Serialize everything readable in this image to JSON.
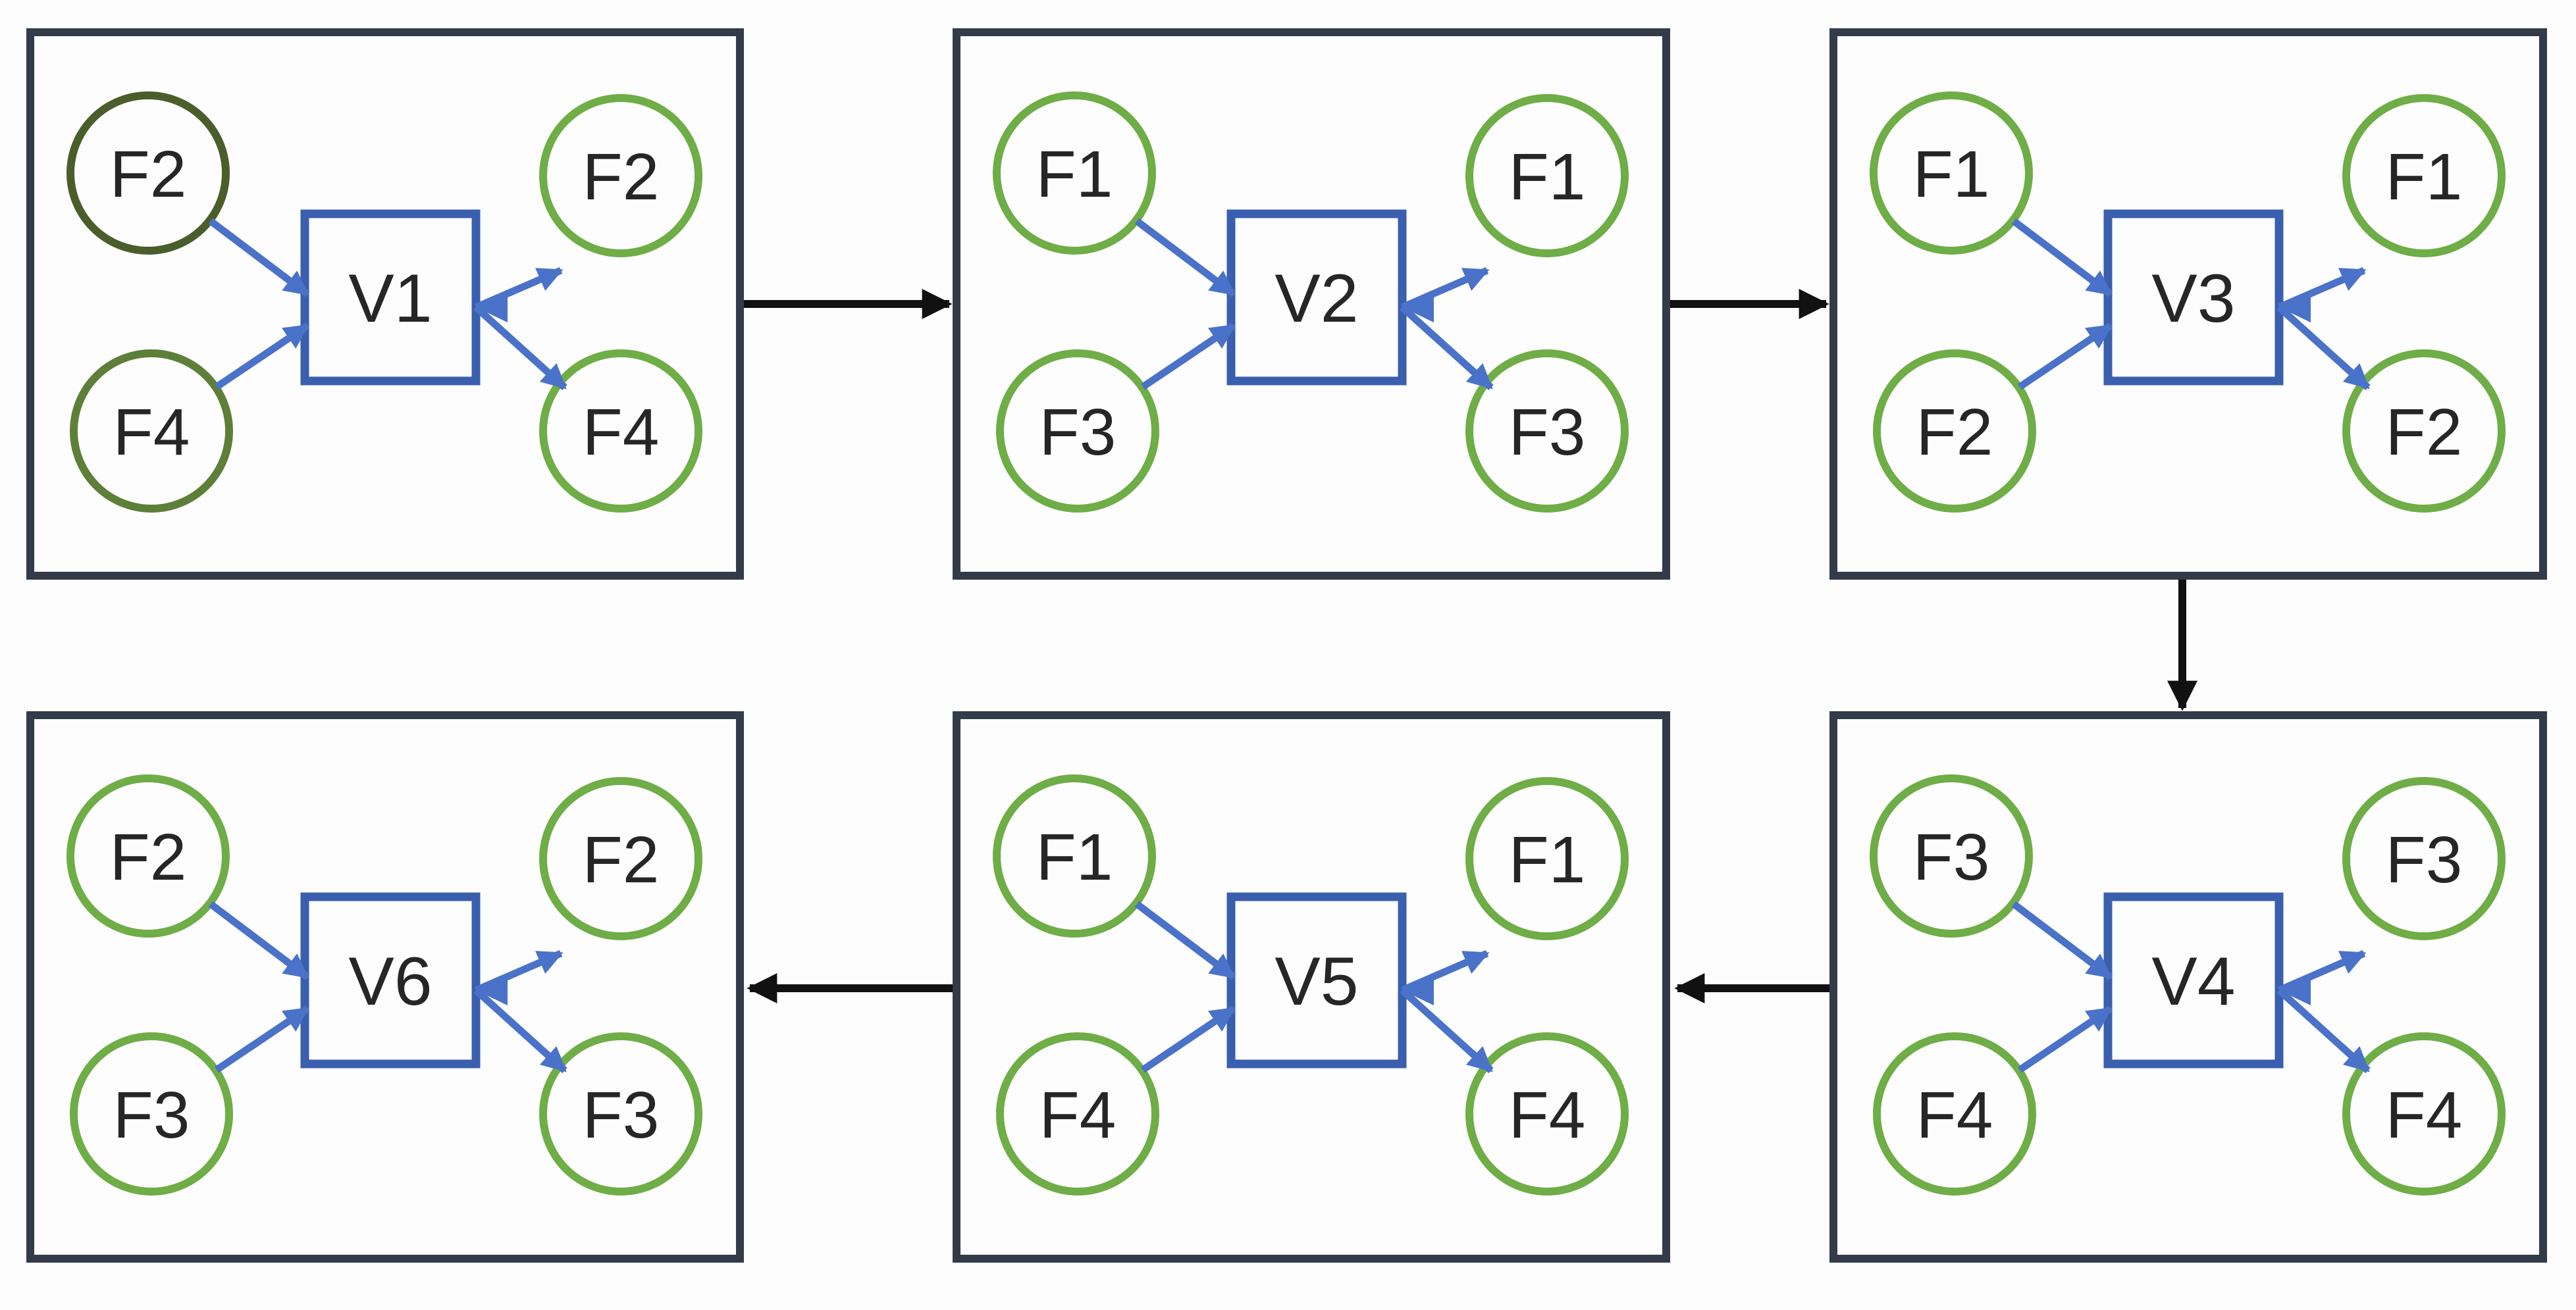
{
  "diagram": {
    "panels": [
      {
        "node": "V1",
        "inputs": [
          "F2",
          "F4"
        ],
        "outputs": [
          "F2",
          "F4"
        ]
      },
      {
        "node": "V2",
        "inputs": [
          "F1",
          "F3"
        ],
        "outputs": [
          "F1",
          "F3"
        ]
      },
      {
        "node": "V3",
        "inputs": [
          "F1",
          "F2"
        ],
        "outputs": [
          "F1",
          "F2"
        ]
      },
      {
        "node": "V4",
        "inputs": [
          "F3",
          "F4"
        ],
        "outputs": [
          "F3",
          "F4"
        ]
      },
      {
        "node": "V5",
        "inputs": [
          "F1",
          "F4"
        ],
        "outputs": [
          "F1",
          "F4"
        ]
      },
      {
        "node": "V6",
        "inputs": [
          "F2",
          "F3"
        ],
        "outputs": [
          "F2",
          "F3"
        ]
      }
    ],
    "connections": [
      {
        "from": "V1",
        "to": "V2"
      },
      {
        "from": "V2",
        "to": "V3"
      },
      {
        "from": "V3",
        "to": "V4"
      },
      {
        "from": "V4",
        "to": "V5"
      },
      {
        "from": "V5",
        "to": "V6"
      }
    ],
    "colors": {
      "panel_frame": "#333b49",
      "node_border": "#3a5fae",
      "arrow_blue": "#4a72c8",
      "circle_green": "#6fad47",
      "circle_dark_green": "#4a5e2c",
      "circle_olive_green": "#5d7f37",
      "connector_black": "#111111",
      "label": "#262626",
      "background": "#fdfdfd"
    }
  }
}
